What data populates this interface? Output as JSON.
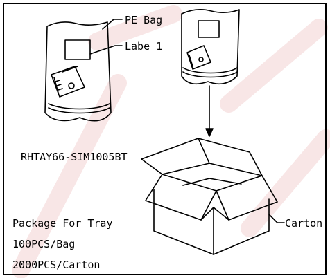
{
  "labels": {
    "pe_bag": "PE Bag",
    "label_1": "Labe 1",
    "model": "RHTAY66-SIM1005BT",
    "carton": "Carton",
    "package_title": "Package For Tray",
    "per_bag": "100PCS/Bag",
    "per_carton": "2000PCS/Carton"
  },
  "colors": {
    "line": "#000000",
    "watermark": "#f8e6e6",
    "background": "#ffffff"
  },
  "icons": [
    "pe-bag-icon",
    "label-icon",
    "sim-tray-icon",
    "arrow-down-icon",
    "carton-box-icon"
  ]
}
